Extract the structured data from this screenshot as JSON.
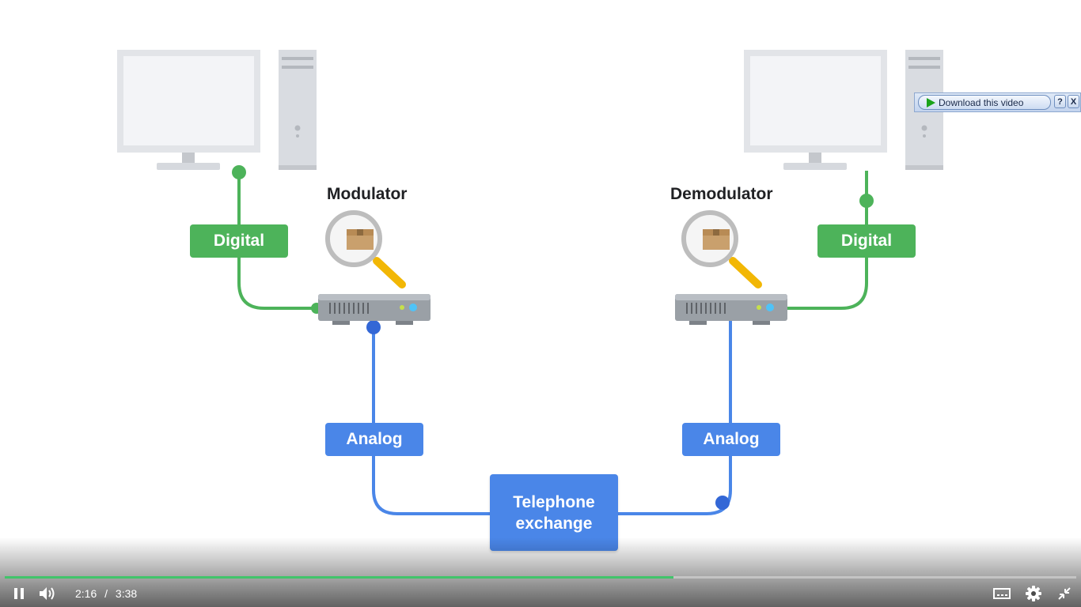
{
  "video": {
    "diagram": {
      "headings": {
        "modulator": "Modulator",
        "demodulator": "Demodulator"
      },
      "labels": {
        "digital_left": "Digital",
        "digital_right": "Digital",
        "analog_left": "Analog",
        "analog_right": "Analog",
        "telephone_exchange": "Telephone\nexchange"
      },
      "colors": {
        "digital_line": "#4db35a",
        "analog_line": "#4a86e8",
        "analog_dot": "#3367d6",
        "monitor": "#e8eaed",
        "device": "#9aa0a6"
      }
    },
    "download_overlay": {
      "button_label": "Download this video",
      "help_label": "?",
      "close_label": "X"
    },
    "player": {
      "current_time": "2:16",
      "separator": "/",
      "duration": "3:38",
      "progress_fraction": 0.624,
      "state": "playing"
    }
  }
}
